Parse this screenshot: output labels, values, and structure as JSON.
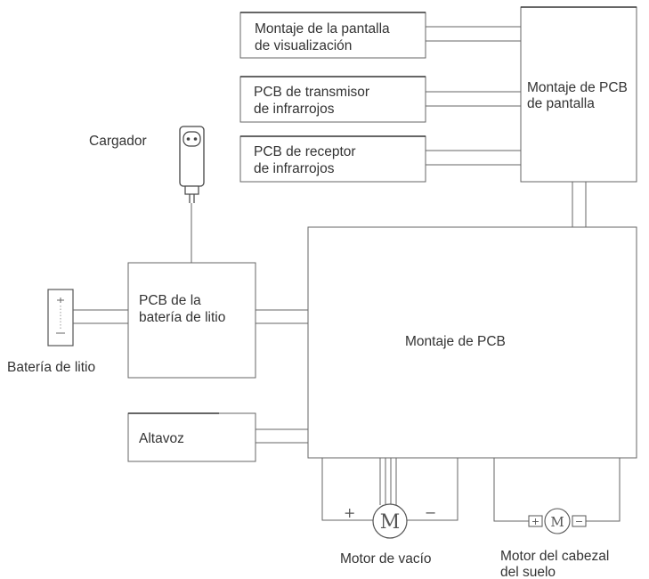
{
  "blocks": {
    "display_assembly": {
      "line1": "Montaje de la pantalla",
      "line2": "de visualización"
    },
    "ir_transmitter_pcb": {
      "line1": "PCB de transmisor",
      "line2": "de infrarrojos"
    },
    "ir_receiver_pcb": {
      "line1": "PCB de receptor",
      "line2": "de infrarrojos"
    },
    "display_pcb_assembly": {
      "line1": "Montaje de PCB",
      "line2": "de pantalla"
    },
    "charger": {
      "label": "Cargador"
    },
    "battery_pcb": {
      "line1": "PCB de la",
      "line2": "batería de litio"
    },
    "lithium_battery": {
      "label": "Batería de litio"
    },
    "main_pcb_assembly": {
      "label": "Montaje de PCB"
    },
    "speaker": {
      "label": "Altavoz"
    },
    "vacuum_motor": {
      "label": "Motor de vacío",
      "symbol": "M",
      "plus": "+",
      "minus": "−"
    },
    "floor_head_motor": {
      "line1": "Motor del cabezal",
      "line2": "del suelo",
      "symbol": "M",
      "plus": "+",
      "minus": "−"
    }
  },
  "colors": {
    "line": "#666666",
    "text": "#333333",
    "background": "#ffffff"
  },
  "icons": {
    "charger": "plug-adapter-icon",
    "battery": "battery-icon",
    "motor": "motor-icon"
  }
}
